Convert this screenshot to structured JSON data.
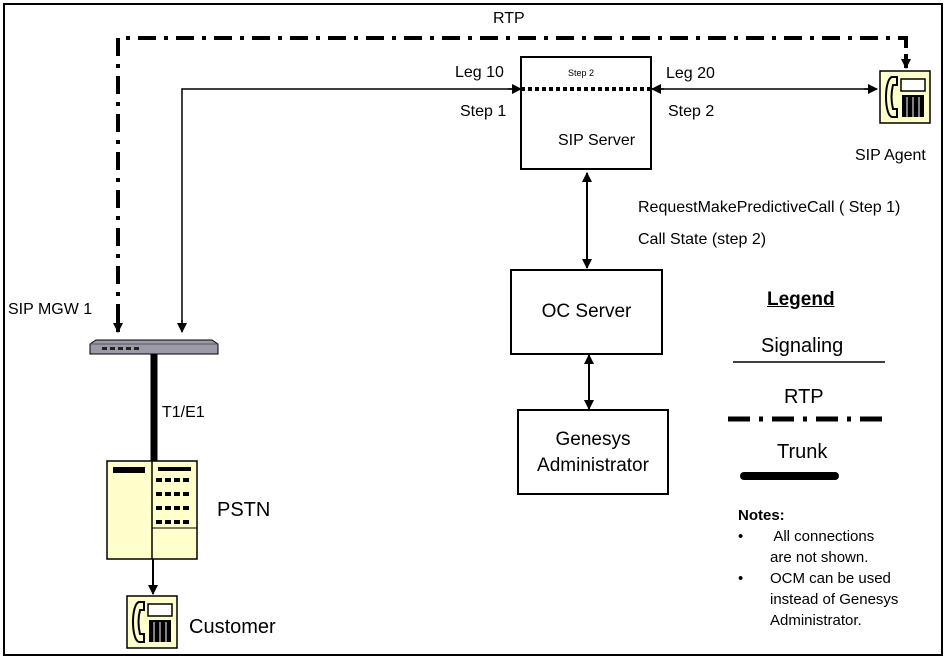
{
  "labels": {
    "rtp_top": "RTP",
    "leg10": "Leg 10",
    "leg20": "Leg 20",
    "step1": "Step 1",
    "step2_right": "Step 2",
    "step2_small": "Step 2",
    "sip_server": "SIP Server",
    "sip_agent": "SIP Agent",
    "request": "RequestMakePredictiveCall ( Step 1)",
    "call_state": "Call State (step 2)",
    "sip_mgw": "SIP MGW 1",
    "t1e1": "T1/E1",
    "oc_server": "OC Server",
    "genesys_line1": "Genesys",
    "genesys_line2": "Administrator",
    "pstn": "PSTN",
    "customer": "Customer"
  },
  "legend": {
    "title": "Legend",
    "signaling": "Signaling",
    "rtp": "RTP",
    "trunk": "Trunk"
  },
  "notes": {
    "title": "Notes:",
    "bullet": "•",
    "items": [
      {
        "line1": " All connections",
        "line2": "are not shown."
      },
      {
        "line1": "OCM can be used",
        "line2": "instead of Genesys",
        "line3": "Administrator."
      }
    ]
  },
  "colors": {
    "device_fill": "#ffffcc",
    "mgw_fill": "#9a9aa8",
    "line": "#000000"
  },
  "icons": [
    "telephone-icon",
    "media-gateway-icon",
    "pstn-switch-icon"
  ]
}
